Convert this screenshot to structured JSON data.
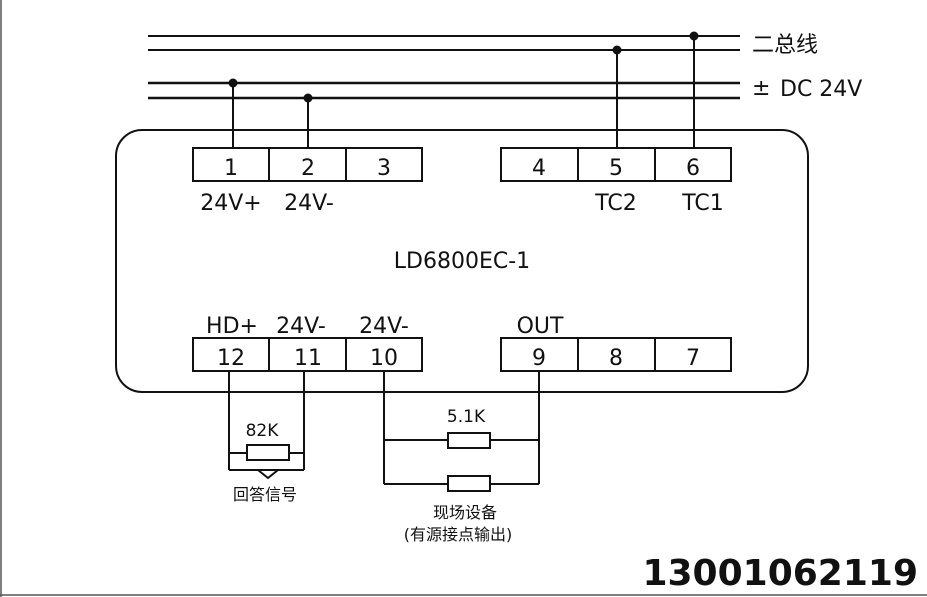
{
  "bus_labels": {
    "two_wire": "二总线",
    "plus_minus": "±",
    "dc_label": "DC 24V"
  },
  "module_name": "LD6800EC-1",
  "top_terminals": [
    {
      "num": "1",
      "label": "24V+"
    },
    {
      "num": "2",
      "label": "24V-"
    },
    {
      "num": "3",
      "label": ""
    },
    {
      "num": "4",
      "label": ""
    },
    {
      "num": "5",
      "label": "TC2"
    },
    {
      "num": "6",
      "label": "TC1"
    }
  ],
  "bottom_terminals": [
    {
      "num": "12",
      "label": "HD+"
    },
    {
      "num": "11",
      "label": "24V-"
    },
    {
      "num": "10",
      "label": "24V-"
    },
    {
      "num": "9",
      "label": "OUT"
    },
    {
      "num": "8",
      "label": ""
    },
    {
      "num": "7",
      "label": ""
    }
  ],
  "resistor_answer": "82K",
  "answer_caption": "回答信号",
  "resistor_field": "5.1K",
  "field_caption_1": "现场设备",
  "field_caption_2": "(有源接点输出)",
  "phone": "13001062119"
}
